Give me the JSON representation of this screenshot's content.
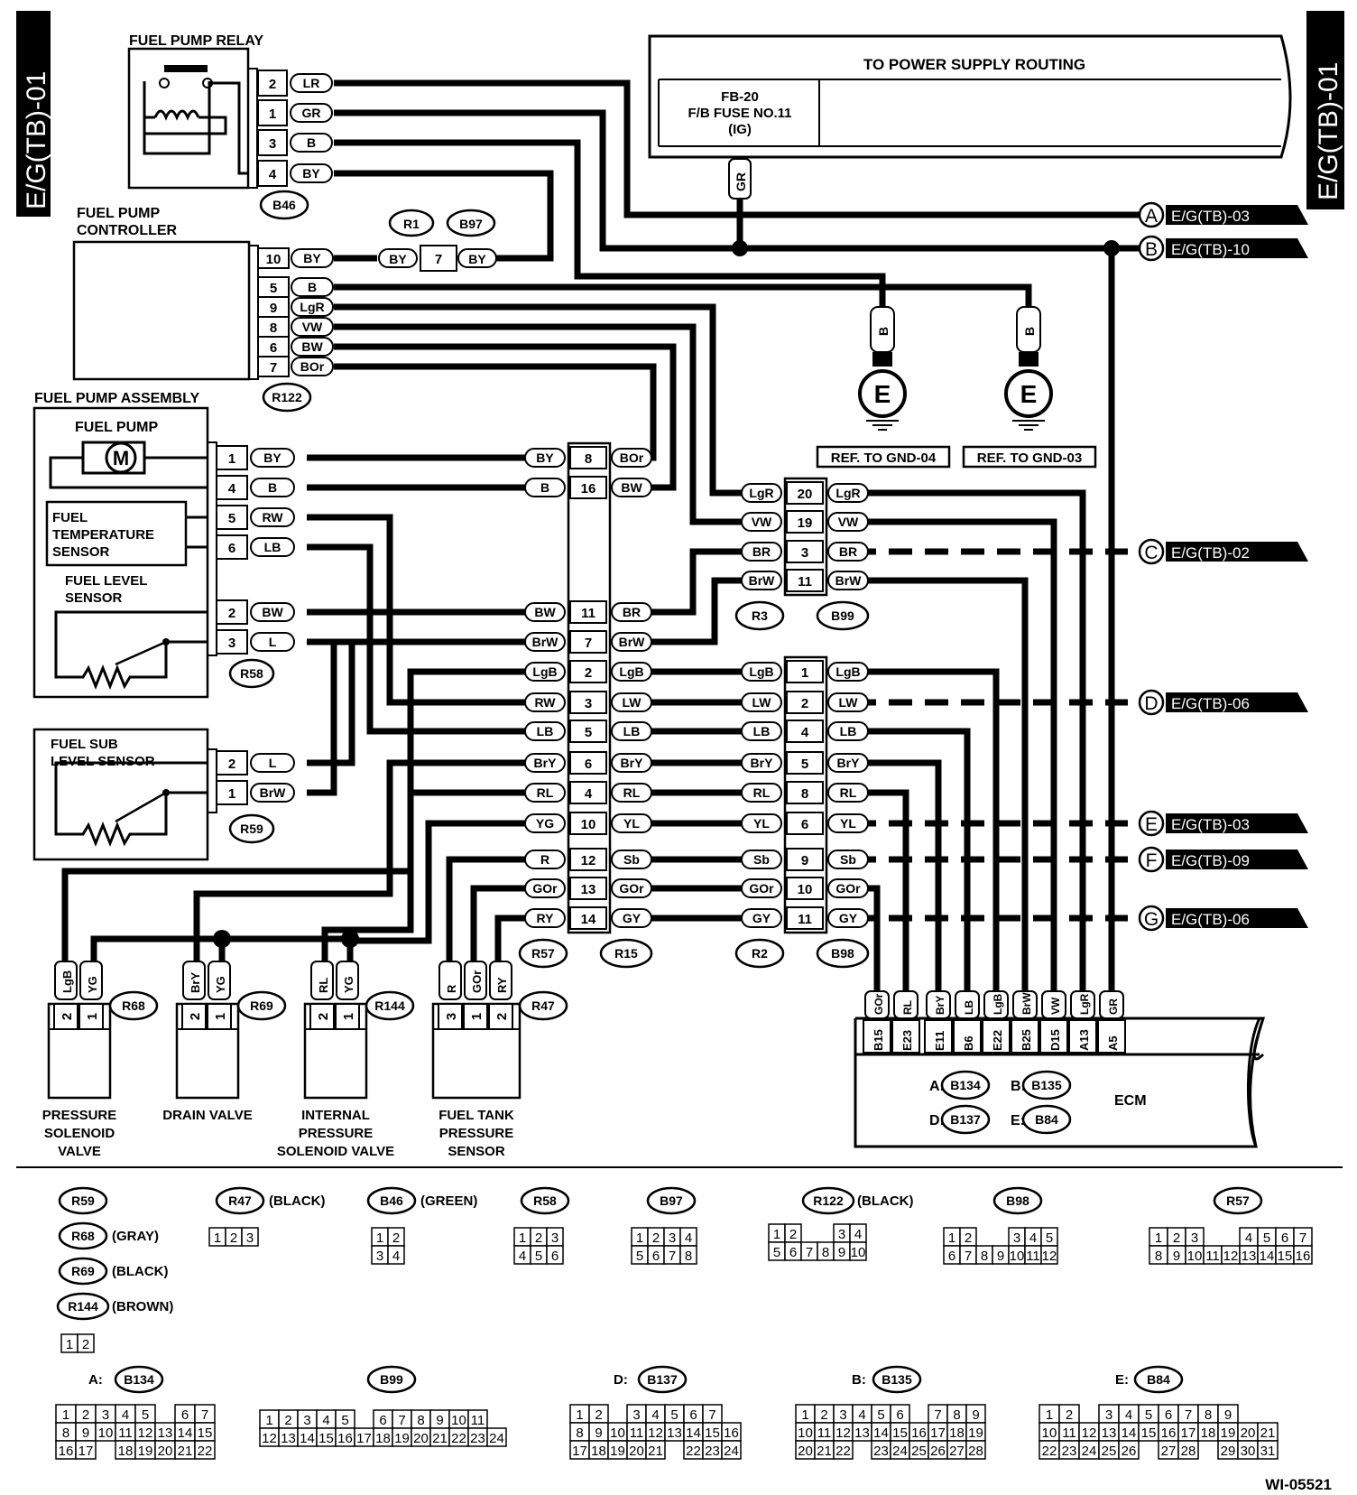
{
  "page_code": "E/G(TB)-01",
  "power": {
    "title": "TO POWER SUPPLY ROUTING",
    "fuse_l1": "FB-20",
    "fuse_l2": "F/B FUSE NO.11",
    "fuse_l3": "(IG)",
    "wire": "GR"
  },
  "relay": {
    "title": "FUEL PUMP RELAY",
    "connector": "B46",
    "pins": [
      {
        "pin": "2",
        "color": "LR"
      },
      {
        "pin": "1",
        "color": "GR"
      },
      {
        "pin": "3",
        "color": "B"
      },
      {
        "pin": "4",
        "color": "BY"
      }
    ]
  },
  "controller": {
    "title_l1": "FUEL PUMP",
    "title_l2": "CONTROLLER",
    "connector": "R122",
    "pins": [
      {
        "pin": "10",
        "color": "BY"
      },
      {
        "pin": "5",
        "color": "B"
      },
      {
        "pin": "9",
        "color": "LgR"
      },
      {
        "pin": "8",
        "color": "VW"
      },
      {
        "pin": "6",
        "color": "BW"
      },
      {
        "pin": "7",
        "color": "BOr"
      }
    ]
  },
  "joint": {
    "c1": "R1",
    "c2": "B97",
    "left": "BY",
    "pin": "7",
    "right": "BY"
  },
  "assembly": {
    "title": "FUEL PUMP ASSEMBLY",
    "pump": "FUEL PUMP",
    "motor": "M",
    "temp_l1": "FUEL",
    "temp_l2": "TEMPERATURE",
    "temp_l3": "SENSOR",
    "level_l1": "FUEL LEVEL",
    "level_l2": "SENSOR",
    "connector": "R58",
    "pins": [
      {
        "pin": "1",
        "color": "BY"
      },
      {
        "pin": "4",
        "color": "B"
      },
      {
        "pin": "5",
        "color": "RW"
      },
      {
        "pin": "6",
        "color": "LB"
      },
      {
        "pin": "2",
        "color": "BW"
      },
      {
        "pin": "3",
        "color": "L"
      }
    ]
  },
  "sub_level": {
    "title_l1": "FUEL SUB",
    "title_l2": "LEVEL SENSOR",
    "connector": "R59",
    "pins": [
      {
        "pin": "2",
        "color": "L"
      },
      {
        "pin": "1",
        "color": "BrW"
      }
    ]
  },
  "r57": {
    "connector_l": "R57",
    "connector_r": "R15",
    "rows": [
      {
        "left": "BY",
        "pin": "8",
        "right": "BOr"
      },
      {
        "left": "B",
        "pin": "16",
        "right": "BW"
      },
      {
        "left": "BW",
        "pin": "11",
        "right": "BR"
      },
      {
        "left": "BrW",
        "pin": "7",
        "right": "BrW"
      },
      {
        "left": "LgB",
        "pin": "2",
        "right": "LgB"
      },
      {
        "left": "RW",
        "pin": "3",
        "right": "LW"
      },
      {
        "left": "LB",
        "pin": "5",
        "right": "LB"
      },
      {
        "left": "BrY",
        "pin": "6",
        "right": "BrY"
      },
      {
        "left": "RL",
        "pin": "4",
        "right": "RL"
      },
      {
        "left": "YG",
        "pin": "10",
        "right": "YL"
      },
      {
        "left": "R",
        "pin": "12",
        "right": "Sb"
      },
      {
        "left": "GOr",
        "pin": "13",
        "right": "GOr"
      },
      {
        "left": "RY",
        "pin": "14",
        "right": "GY"
      }
    ]
  },
  "r3": {
    "connector_l": "R3",
    "connector_r": "B99",
    "rows": [
      {
        "left": "LgR",
        "pin": "20",
        "right": "LgR"
      },
      {
        "left": "VW",
        "pin": "19",
        "right": "VW"
      },
      {
        "left": "BR",
        "pin": "3",
        "right": "BR"
      },
      {
        "left": "BrW",
        "pin": "11",
        "right": "BrW"
      }
    ]
  },
  "r2": {
    "connector_l": "R2",
    "connector_r": "B98",
    "rows": [
      {
        "left": "LgB",
        "pin": "1",
        "right": "LgB"
      },
      {
        "left": "LW",
        "pin": "2",
        "right": "LW"
      },
      {
        "left": "LB",
        "pin": "4",
        "right": "LB"
      },
      {
        "left": "BrY",
        "pin": "5",
        "right": "BrY"
      },
      {
        "left": "RL",
        "pin": "8",
        "right": "RL"
      },
      {
        "left": "YL",
        "pin": "6",
        "right": "YL"
      },
      {
        "left": "Sb",
        "pin": "9",
        "right": "Sb"
      },
      {
        "left": "GOr",
        "pin": "10",
        "right": "GOr"
      },
      {
        "left": "GY",
        "pin": "11",
        "right": "GY"
      }
    ]
  },
  "grounds": [
    {
      "wire": "B",
      "symbol": "E",
      "ref": "REF. TO GND-04"
    },
    {
      "wire": "B",
      "symbol": "E",
      "ref": "REF. TO GND-03"
    }
  ],
  "links": [
    {
      "letter": "A",
      "page": "E/G(TB)-03"
    },
    {
      "letter": "B",
      "page": "E/G(TB)-10"
    },
    {
      "letter": "C",
      "page": "E/G(TB)-02"
    },
    {
      "letter": "D",
      "page": "E/G(TB)-06"
    },
    {
      "letter": "E",
      "page": "E/G(TB)-03"
    },
    {
      "letter": "F",
      "page": "E/G(TB)-09"
    },
    {
      "letter": "G",
      "page": "E/G(TB)-06"
    }
  ],
  "ecm": {
    "title": "ECM",
    "wires": [
      "GOr",
      "RL",
      "BrY",
      "LB",
      "LgB",
      "BrW",
      "VW",
      "LgR",
      "GR"
    ],
    "terminals": [
      "B15",
      "E23",
      "E11",
      "B6",
      "E22",
      "B25",
      "D15",
      "A13",
      "A5"
    ],
    "legend": [
      {
        "k": "A:",
        "c": "B134"
      },
      {
        "k": "B:",
        "c": "B135"
      },
      {
        "k": "D:",
        "c": "B137"
      },
      {
        "k": "E:",
        "c": "B84"
      }
    ]
  },
  "valves": [
    {
      "name_l1": "PRESSURE",
      "name_l2": "SOLENOID",
      "name_l3": "VALVE",
      "connector": "R68",
      "pins": [
        "2",
        "1"
      ],
      "wires": [
        "LgB",
        "YG"
      ]
    },
    {
      "name_l1": "DRAIN VALVE",
      "name_l2": "",
      "name_l3": "",
      "connector": "R69",
      "pins": [
        "2",
        "1"
      ],
      "wires": [
        "BrY",
        "YG"
      ]
    },
    {
      "name_l1": "INTERNAL",
      "name_l2": "PRESSURE",
      "name_l3": "SOLENOID VALVE",
      "connector": "R144",
      "pins": [
        "2",
        "1"
      ],
      "wires": [
        "RL",
        "YG"
      ]
    },
    {
      "name_l1": "FUEL TANK",
      "name_l2": "PRESSURE",
      "name_l3": "SENSOR",
      "connector": "R47",
      "pins": [
        "3",
        "1",
        "2"
      ],
      "wires": [
        "R",
        "GOr",
        "RY"
      ]
    }
  ],
  "legend_top": {
    "r59": "R59",
    "r68": "R68",
    "r68c": "(GRAY)",
    "r69": "R69",
    "r69c": "(BLACK)",
    "r144": "R144",
    "r144c": "(BROWN)",
    "r47": "R47",
    "r47c": "(BLACK)",
    "b46": "B46",
    "b46c": "(GREEN)",
    "r58": "R58",
    "b97": "B97",
    "r122": "R122",
    "r122c": "(BLACK)",
    "b98": "B98",
    "r57": "R57"
  },
  "legend_bottom": {
    "a": "A:",
    "b134": "B134",
    "b99": "B99",
    "d": "D:",
    "b137": "B137",
    "b": "B:",
    "b135": "B135",
    "e": "E:",
    "b84": "B84"
  },
  "figure_id": "WI-05521"
}
